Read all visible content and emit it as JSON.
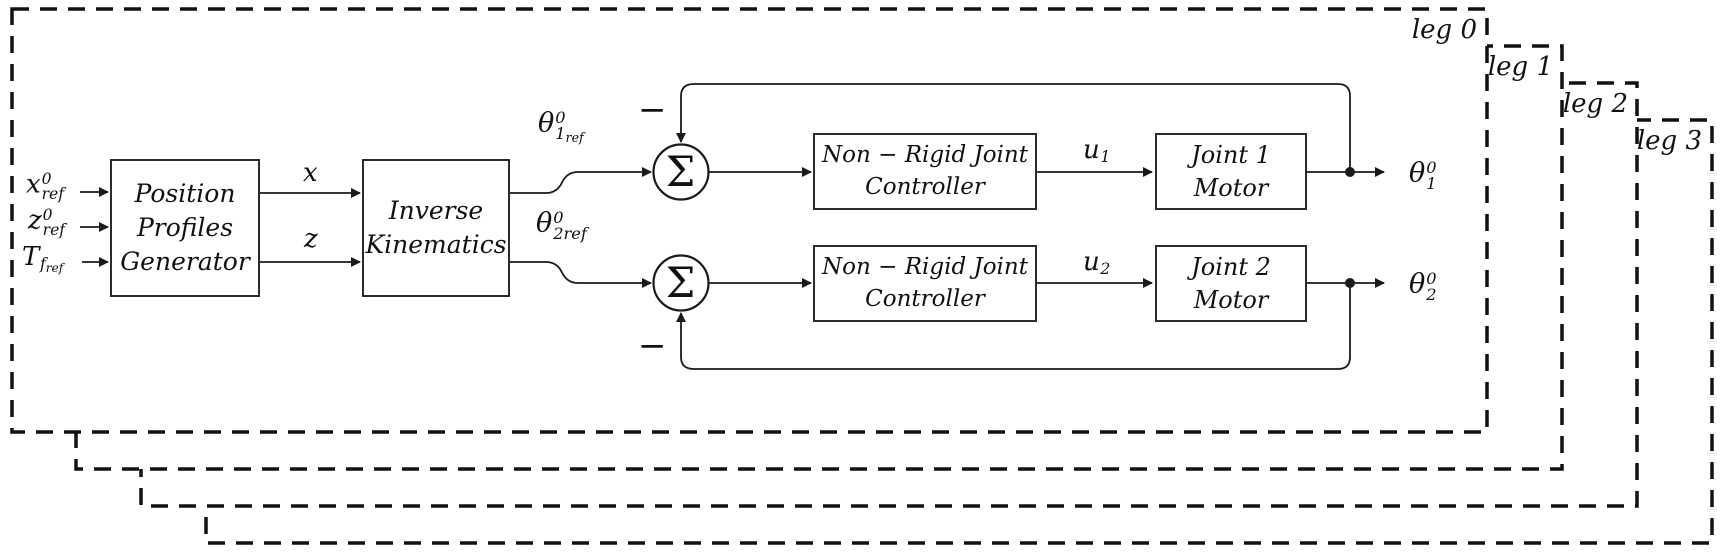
{
  "legs": [
    {
      "label": "leg 0"
    },
    {
      "label": "leg 1"
    },
    {
      "label": "leg 2"
    },
    {
      "label": "leg 3"
    }
  ],
  "blocks": {
    "position_profiles_generator": {
      "line1": "Position",
      "line2": "Profiles",
      "line3": "Generator"
    },
    "inverse_kinematics": {
      "line1": "Inverse",
      "line2": "Kinematics"
    },
    "nonrigid_controller_1": {
      "line1": "Non − Rigid Joint",
      "line2": "Controller"
    },
    "nonrigid_controller_2": {
      "line1": "Non − Rigid Joint",
      "line2": "Controller"
    },
    "joint1_motor": {
      "line1": "Joint 1",
      "line2": "Motor"
    },
    "joint2_motor": {
      "line1": "Joint 2",
      "line2": "Motor"
    }
  },
  "signals": {
    "x_ref": {
      "base": "x",
      "sup": "0",
      "sub": "ref"
    },
    "z_ref": {
      "base": "z",
      "sup": "0",
      "sub": "ref"
    },
    "t_f_ref": {
      "base": "T",
      "sub": "f",
      "subsub": "ref"
    },
    "coord_x": "x",
    "coord_z": "z",
    "theta1_ref": {
      "base": "θ",
      "sup": "0",
      "sub": "1",
      "subsub": "ref"
    },
    "theta2_ref": {
      "base": "θ",
      "sup": "0",
      "sub": "2ref"
    },
    "u1": {
      "base": "u",
      "sub": "1"
    },
    "u2": {
      "base": "u",
      "sub": "2"
    },
    "theta1_out": {
      "base": "θ",
      "sup": "0",
      "sub": "1"
    },
    "theta2_out": {
      "base": "θ",
      "sup": "0",
      "sub": "2"
    },
    "sum_symbol": "Σ",
    "minus": "−"
  },
  "colors": {
    "line": "#1a1a1a",
    "background": "#ffffff"
  }
}
